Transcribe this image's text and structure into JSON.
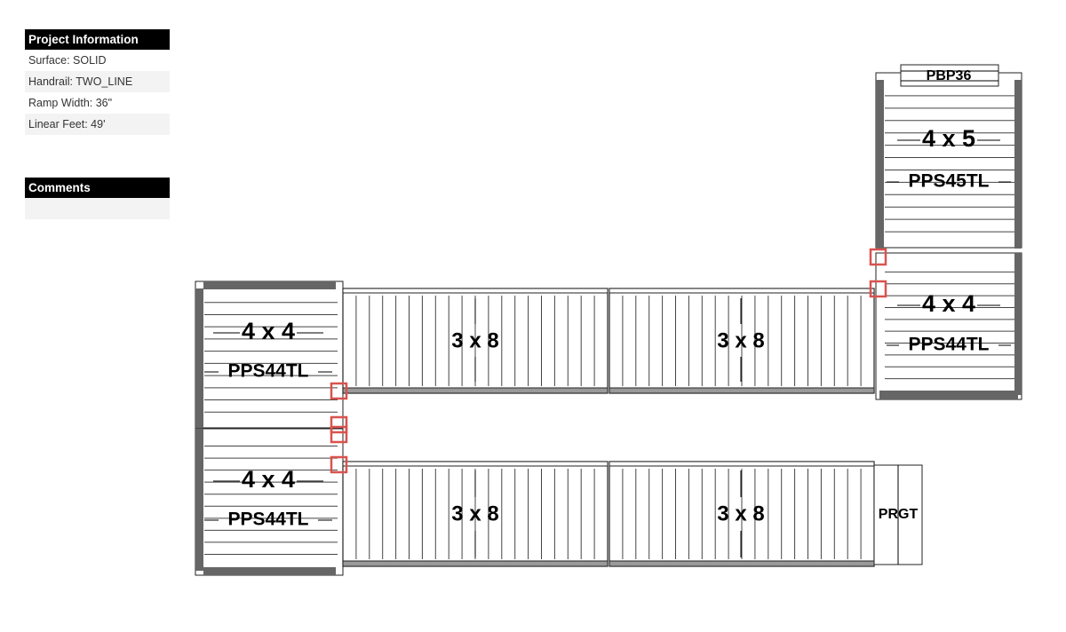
{
  "project_info": {
    "title": "Project Information",
    "rows": [
      "Surface: SOLID",
      "Handrail: TWO_LINE",
      "Ramp Width: 36\"",
      "Linear Feet: 49'"
    ]
  },
  "comments": {
    "title": "Comments",
    "text": ""
  },
  "diagram": {
    "platforms": {
      "top_right_upper": {
        "size": "4 x 5",
        "code": "PPS45TL"
      },
      "top_right_lower": {
        "size": "4 x 4",
        "code": "PPS44TL"
      },
      "left_upper": {
        "size": "4 x 4",
        "code": "PPS44TL"
      },
      "left_lower": {
        "size": "4 x 4",
        "code": "PPS44TL"
      }
    },
    "ramps": {
      "upper_left": "3 x 8",
      "upper_right": "3 x 8",
      "lower_left": "3 x 8",
      "lower_right": "3 x 8"
    },
    "bridge_plate": "PBP36",
    "transition": "PRGT"
  },
  "colors": {
    "rail": "#666666",
    "line": "#222222",
    "connector": "#d9534f"
  }
}
